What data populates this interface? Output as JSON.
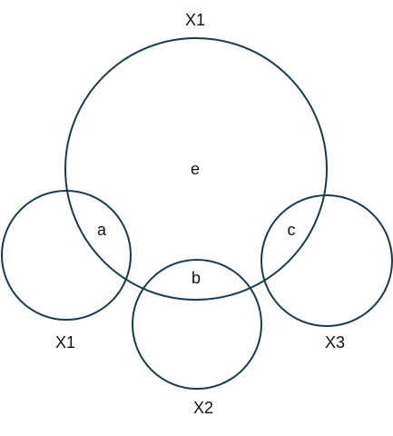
{
  "diagram": {
    "sets": [
      {
        "label": "X1"
      },
      {
        "label": "X1"
      },
      {
        "label": "X2"
      },
      {
        "label": "X3"
      }
    ],
    "regions": [
      {
        "label": "e"
      },
      {
        "label": "a"
      },
      {
        "label": "b"
      },
      {
        "label": "c"
      }
    ],
    "colors": {
      "stroke": "#1b3a4b",
      "text": "#111111",
      "background": "#ffffff"
    }
  }
}
